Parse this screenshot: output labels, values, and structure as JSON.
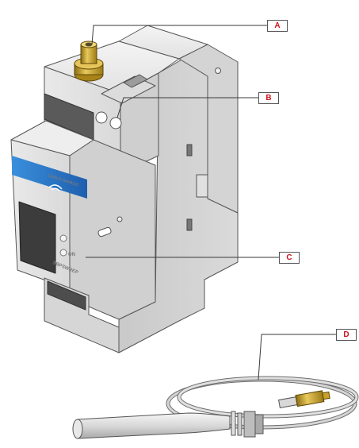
{
  "callouts": [
    {
      "id": "A"
    },
    {
      "id": "B"
    },
    {
      "id": "C"
    },
    {
      "id": "D"
    }
  ],
  "device": {
    "brand": "CARLO GAVAZZI",
    "model": "SBPSWREP",
    "led_label": "ON"
  },
  "colors": {
    "callout_text": "#d0121b",
    "front_band": "#1e73c8",
    "connector_brass": "#c9a227",
    "body_gray": "#e6e6e6"
  }
}
